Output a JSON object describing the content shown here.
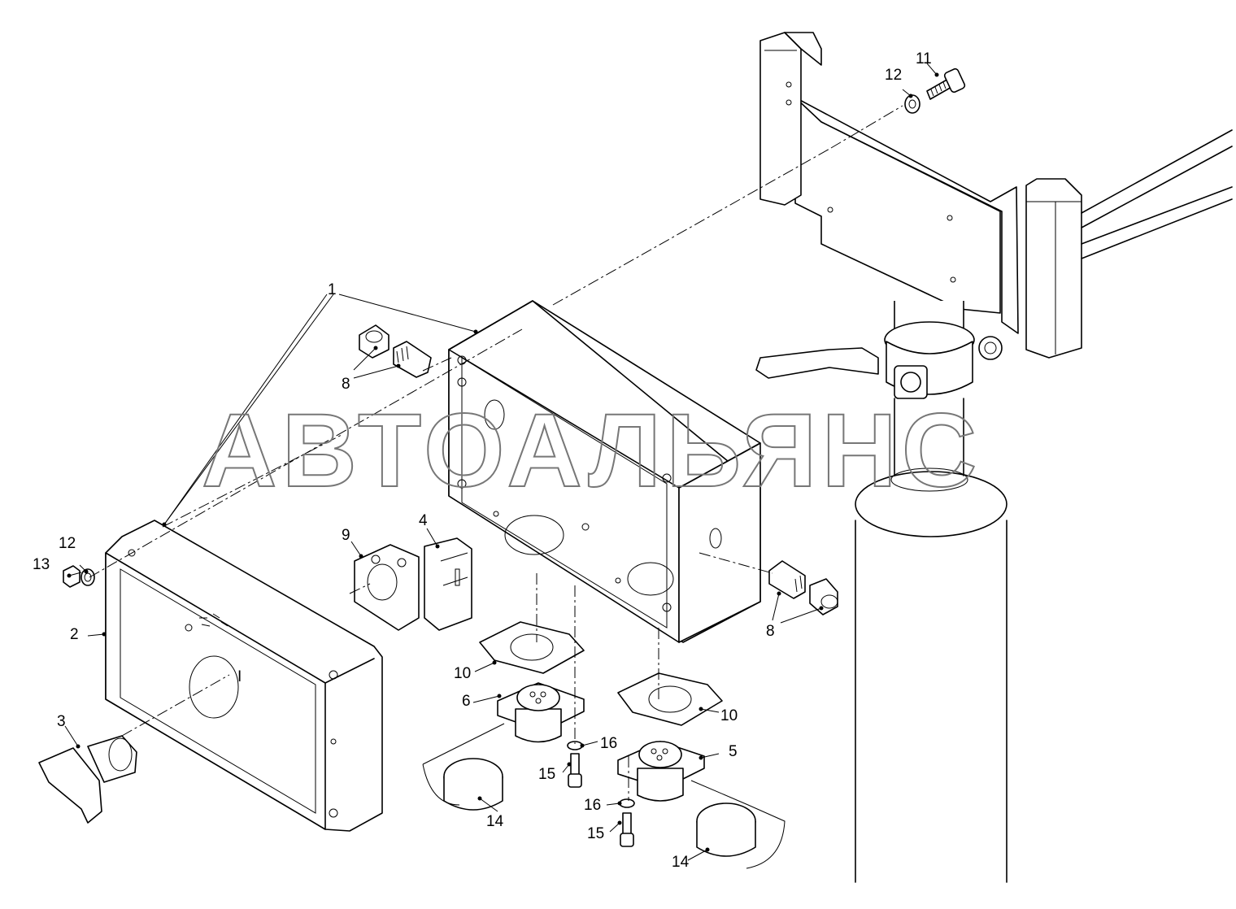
{
  "watermark": "АВТОАЛЬЯНС",
  "callouts": {
    "c1a": "1",
    "c1b": "1",
    "c2": "2",
    "c3": "3",
    "c4": "4",
    "c5": "5",
    "c6": "6",
    "c8a": "8",
    "c8b": "8",
    "c9": "9",
    "c10a": "10",
    "c10b": "10",
    "c11": "11",
    "c12a": "12",
    "c12b": "12",
    "c13": "13",
    "c14a": "14",
    "c14b": "14",
    "c15a": "15",
    "c15b": "15",
    "c16a": "16",
    "c16b": "16"
  },
  "cover_mark": "I"
}
